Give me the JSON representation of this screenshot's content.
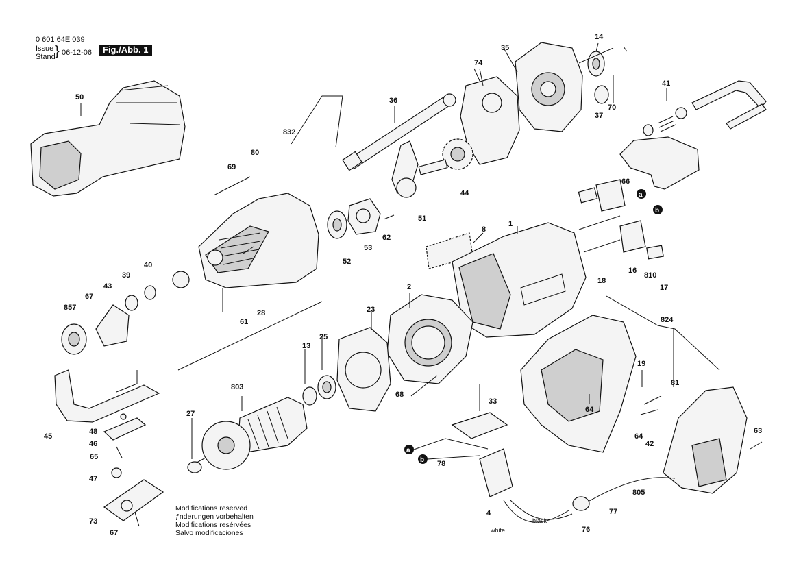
{
  "header": {
    "part_code": "0 601 64E 039",
    "issue_label": "Issue Stand",
    "issue_date": "06-12-06",
    "figure_badge": "Fig./Abb. 1"
  },
  "wire_colors": {
    "white": "white",
    "black": "black"
  },
  "connectors": {
    "a": "a",
    "b": "b"
  },
  "callouts": {
    "c1": "1",
    "c2": "2",
    "c4": "4",
    "c8": "8",
    "c13": "13",
    "c14": "14",
    "c16": "16",
    "c17": "17",
    "c18": "18",
    "c19": "19",
    "c23": "23",
    "c25": "25",
    "c27": "27",
    "c28": "28",
    "c33": "33",
    "c35": "35",
    "c36": "36",
    "c37": "37",
    "c39": "39",
    "c40": "40",
    "c41": "41",
    "c42": "42",
    "c43": "43",
    "c44": "44",
    "c45": "45",
    "c46": "46",
    "c47": "47",
    "c48": "48",
    "c50": "50",
    "c51": "51",
    "c52": "52",
    "c53": "53",
    "c61": "61",
    "c62": "62",
    "c63": "63",
    "c64a": "64",
    "c64b": "64",
    "c65": "65",
    "c66": "66",
    "c67a": "67",
    "c67b": "67",
    "c68": "68",
    "c69": "69",
    "c70": "70",
    "c73": "73",
    "c74": "74",
    "c76": "76",
    "c77": "77",
    "c78": "78",
    "c80": "80",
    "c81": "81",
    "c803": "803",
    "c805": "805",
    "c810": "810",
    "c824": "824",
    "c832": "832",
    "c857": "857"
  },
  "notes": [
    "Modifications reserved",
    "ƒnderungen vorbehalten",
    "Modifications resérvées",
    "Salvo modificaciones"
  ]
}
